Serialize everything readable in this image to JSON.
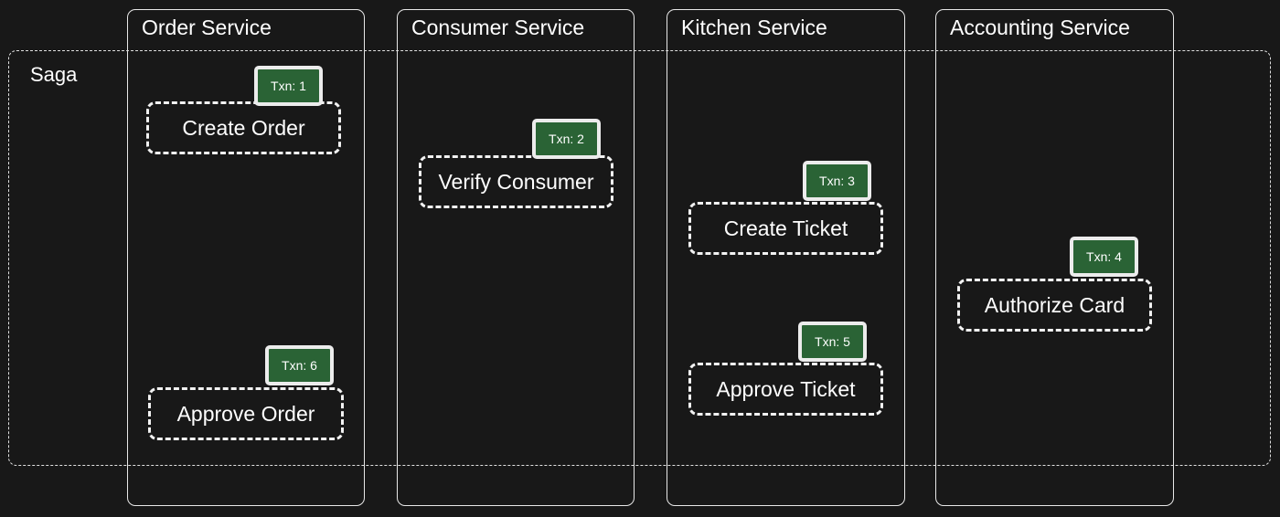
{
  "lanes": [
    {
      "title": "Order Service"
    },
    {
      "title": "Consumer Service"
    },
    {
      "title": "Kitchen Service"
    },
    {
      "title": "Accounting Service"
    }
  ],
  "saga": {
    "label": "Saga"
  },
  "steps": [
    {
      "label": "Create Order",
      "txn": "Txn: 1"
    },
    {
      "label": "Verify Consumer",
      "txn": "Txn: 2"
    },
    {
      "label": "Create Ticket",
      "txn": "Txn: 3"
    },
    {
      "label": "Authorize Card",
      "txn": "Txn: 4"
    },
    {
      "label": "Approve Ticket",
      "txn": "Txn: 5"
    },
    {
      "label": "Approve Order",
      "txn": "Txn: 6"
    }
  ]
}
